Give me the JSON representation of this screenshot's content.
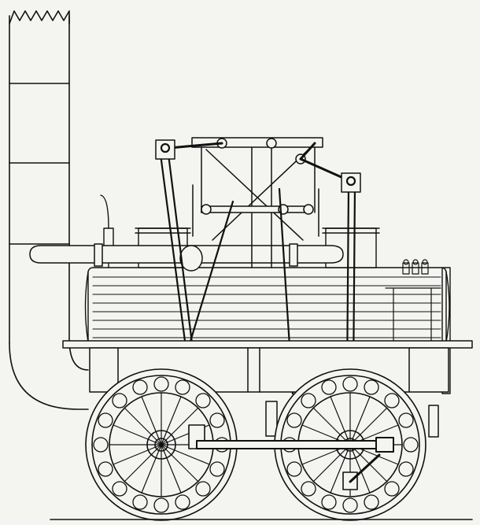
{
  "image": {
    "subject": "locomotive-engraving",
    "style": "black ink line drawing on off-white paper",
    "colors": {
      "paper": "#f4f4f1",
      "ink": "#111111",
      "shade": "#d8d8d4"
    },
    "components": [
      "chimney",
      "boiler",
      "steam-pipe",
      "cylinders",
      "beam-frame",
      "connecting-rods",
      "front-wheel",
      "rear-wheel",
      "chassis-frame",
      "rail"
    ]
  }
}
